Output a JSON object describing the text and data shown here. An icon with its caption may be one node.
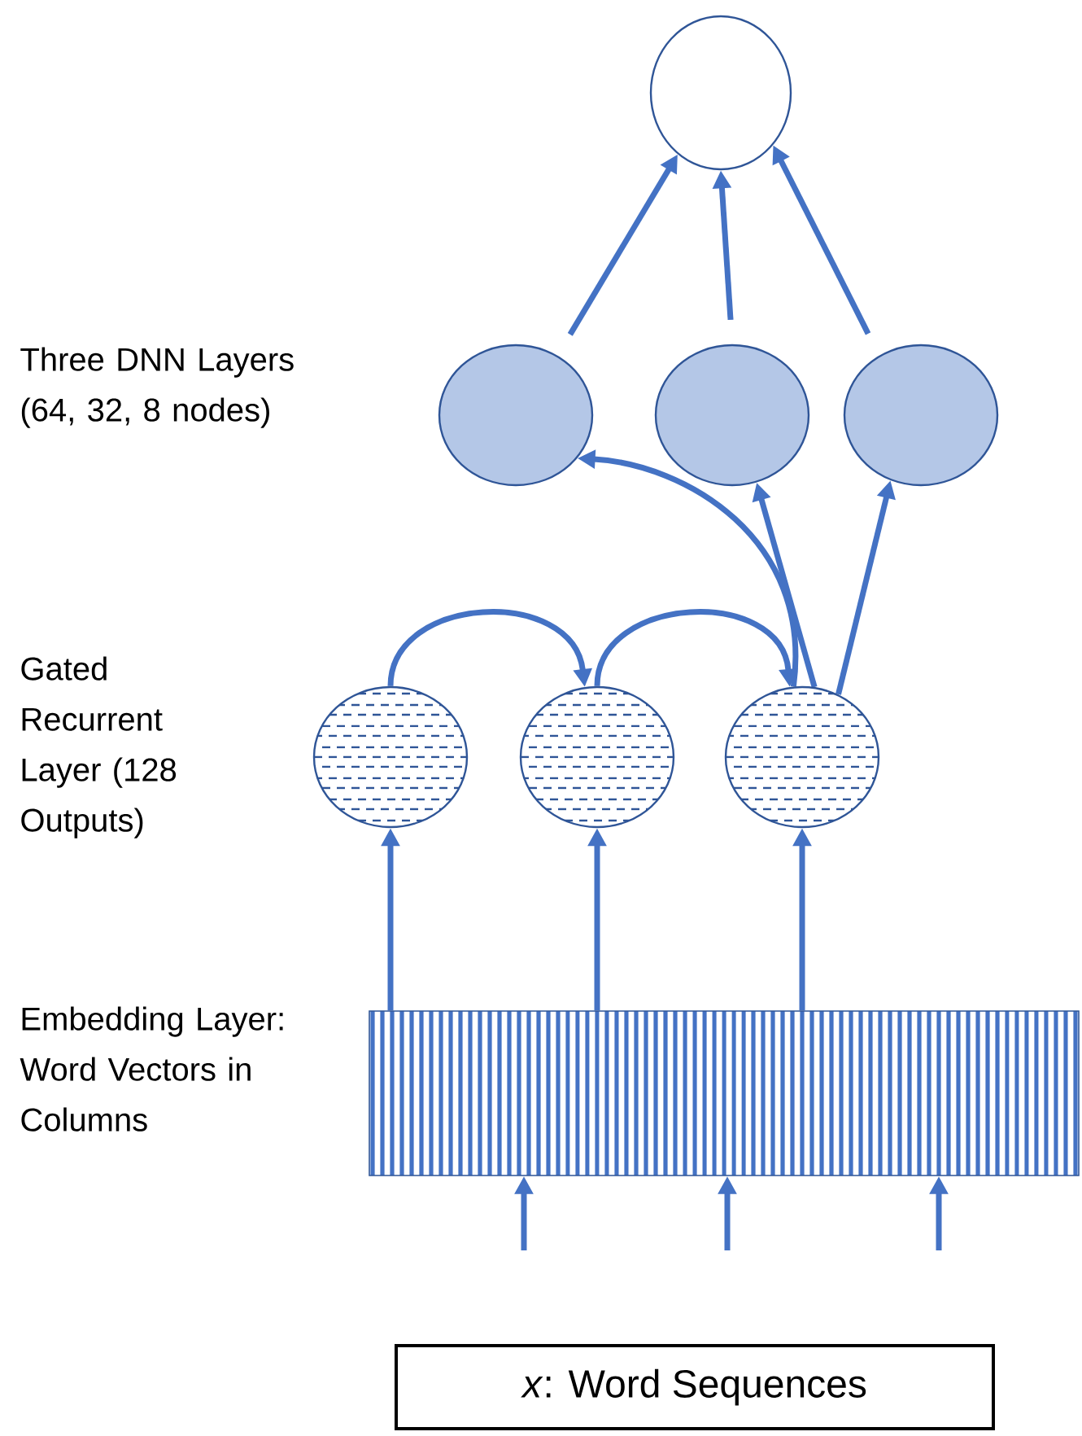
{
  "diagram": {
    "nodes": [
      {
        "text": [],
        "shape": "circle"
      },
      {
        "text": [],
        "shape": "circle"
      },
      {
        "text": [],
        "shape": "circle"
      },
      {
        "text": [],
        "shape": "circle"
      },
      {
        "text": [],
        "shape": "circle"
      },
      {
        "text": [],
        "shape": "circle"
      },
      {
        "text": [],
        "shape": "circle"
      },
      {
        "text": [],
        "shape": "box"
      },
      {
        "text": [
          "*x*: Word Sequences"
        ]
      }
    ],
    "edges": [
      {
        "from": 1,
        "to": 0,
        "arrow": "to"
      },
      {
        "from": 2,
        "to": 0,
        "arrow": "to"
      },
      {
        "from": 3,
        "to": 0,
        "arrow": "to"
      },
      {
        "from": 6,
        "to": 1,
        "arrow": "to"
      },
      {
        "from": 6,
        "to": 2,
        "arrow": "to"
      },
      {
        "from": 6,
        "to": 3,
        "arrow": "to"
      },
      {
        "from": 4,
        "to": 5,
        "arrow": "to"
      },
      {
        "from": 5,
        "to": 6,
        "arrow": "to"
      },
      {
        "from": 7,
        "to": 4,
        "arrow": "to"
      },
      {
        "from": 7,
        "to": 5,
        "arrow": "to"
      },
      {
        "from": 7,
        "to": 6,
        "arrow": "to"
      },
      {
        "from": null,
        "to": 7,
        "arrow": "to"
      },
      {
        "from": null,
        "to": 7,
        "arrow": "to"
      },
      {
        "from": null,
        "to": 7,
        "arrow": "to"
      }
    ],
    "labels": [
      "Three DNN Layers (64, 32, 8 nodes)",
      "Gated Recurrent Layer (128 Outputs)",
      "Embedding Layer: Word Vectors in Columns"
    ]
  }
}
